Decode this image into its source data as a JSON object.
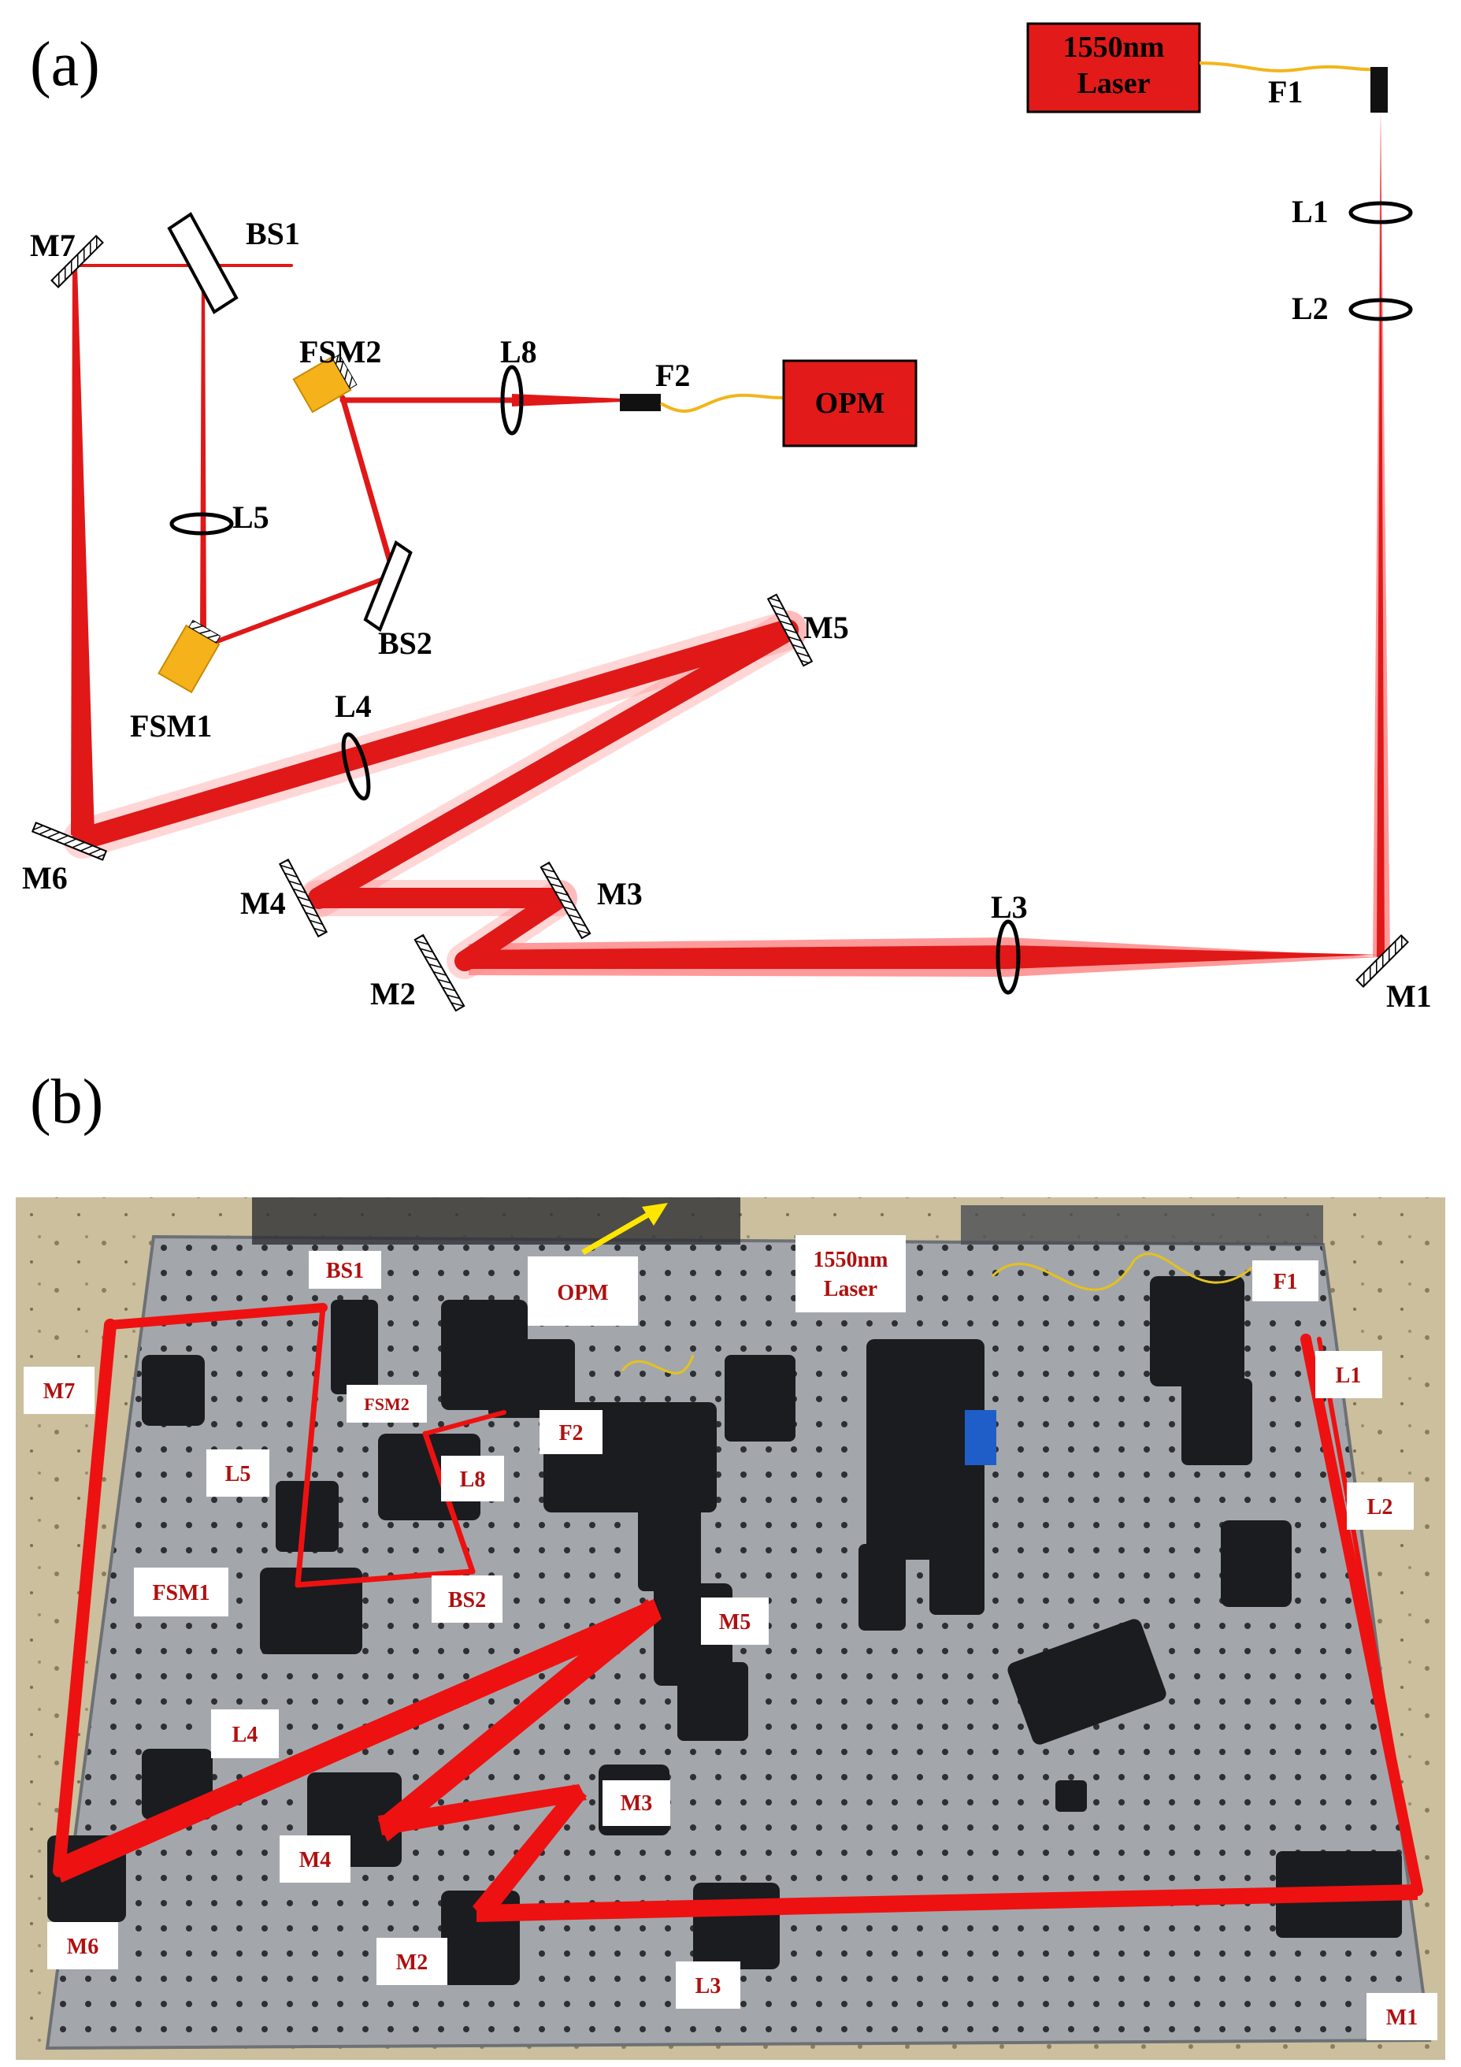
{
  "panel_a": {
    "label": "(a)",
    "laser_box": {
      "line1": "1550nm",
      "line2": "Laser",
      "fill": "#e31a1a"
    },
    "opm_box": {
      "text": "OPM",
      "fill": "#e31a1a"
    },
    "labels": {
      "F1": "F1",
      "F2": "F2",
      "L1": "L1",
      "L2": "L2",
      "L3": "L3",
      "L4": "L4",
      "L5": "L5",
      "L8": "L8",
      "M1": "M1",
      "M2": "M2",
      "M3": "M3",
      "M4": "M4",
      "M5": "M5",
      "M6": "M6",
      "M7": "M7",
      "BS1": "BS1",
      "BS2": "BS2",
      "FSM1": "FSM1",
      "FSM2": "FSM2"
    },
    "colors": {
      "beam": "#e01818",
      "fiber": "#f2b51a",
      "fsm": "#f5b21a"
    }
  },
  "panel_b": {
    "label": "(b)",
    "photo_tags": {
      "BS1": "BS1",
      "OPM": "OPM",
      "laser1": "1550nm",
      "laser2": "Laser",
      "F1": "F1",
      "M7": "M7",
      "FSM2": "FSM2",
      "F2": "F2",
      "L1": "L1",
      "L5": "L5",
      "L8": "L8",
      "L2": "L2",
      "FSM1": "FSM1",
      "BS2": "BS2",
      "M5": "M5",
      "L4": "L4",
      "M3": "M3",
      "M4": "M4",
      "M6": "M6",
      "M2": "M2",
      "L3": "L3",
      "M1": "M1"
    },
    "colors": {
      "beam": "#ee1111",
      "table": "#9a9ea3",
      "floor": "#c9bb98",
      "arrow": "#ffe600"
    }
  }
}
